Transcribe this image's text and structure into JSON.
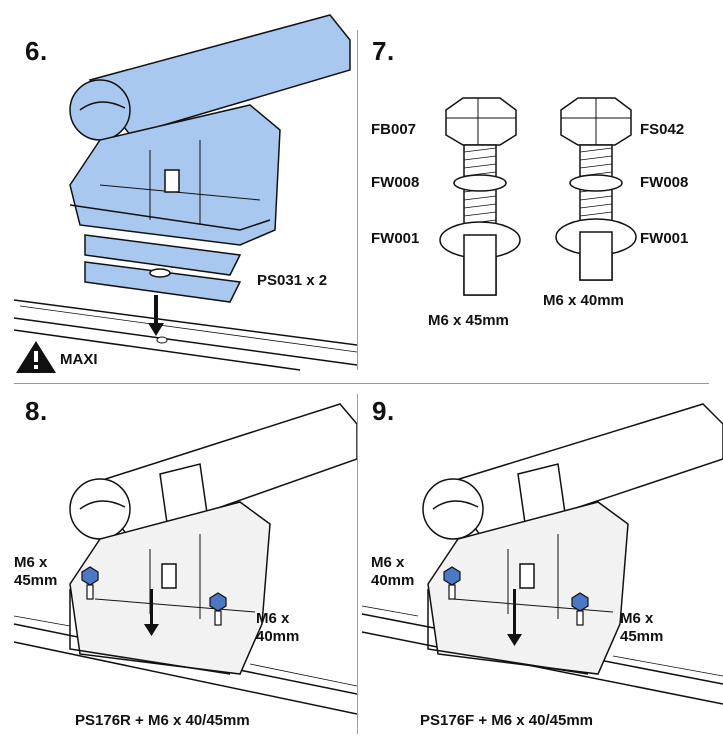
{
  "steps": {
    "s6": {
      "number": "6.",
      "pad_label": "PS031 x 2",
      "warning_label": "MAXI"
    },
    "s7": {
      "number": "7.",
      "bolt_left": {
        "head": "FB007",
        "washer": "FW008",
        "flat_washer": "FW001",
        "size": "M6 x 45mm"
      },
      "bolt_right": {
        "head": "FS042",
        "washer": "FW008",
        "flat_washer": "FW001",
        "size": "M6 x 40mm"
      }
    },
    "s8": {
      "number": "8.",
      "left_label": "M6 x\n45mm",
      "right_label": "M6 x\n40mm",
      "caption": "PS176R + M6 x 40/45mm"
    },
    "s9": {
      "number": "9.",
      "left_label": "M6 x\n40mm",
      "right_label": "M6 x\n45mm",
      "caption": "PS176F + M6 x 40/45mm"
    }
  },
  "colors": {
    "highlight_blue": "#a9c8ef",
    "line": "#111111",
    "foot_grey": "#f2f2f2",
    "divider": "#9a9a9a"
  },
  "icons": [
    "warning-triangle-icon",
    "down-arrow-icon"
  ]
}
